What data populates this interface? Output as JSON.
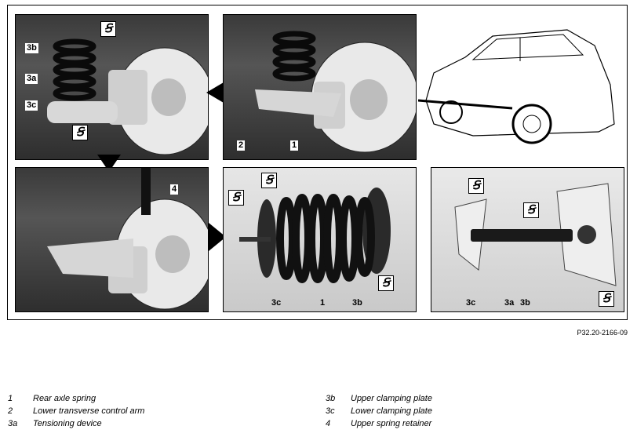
{
  "figure": {
    "panels": [
      {
        "callouts": [
          "3b",
          "3a",
          "3c"
        ]
      },
      {
        "callouts": [
          "2",
          "1"
        ]
      },
      {
        "callouts": []
      },
      {
        "callouts": [
          "4"
        ]
      },
      {
        "callouts": [
          "3c",
          "1",
          "3b"
        ]
      },
      {
        "callouts": [
          "3c",
          "3a",
          "3b"
        ]
      }
    ],
    "reference": "P32.20-2166-09",
    "tool_symbol": "Ꞩ",
    "colors": {
      "photo_dark": "#3a3a3a",
      "panel_light": "#d8d8d8",
      "frame": "#000000"
    }
  },
  "legend": [
    {
      "num": "1",
      "text": "Rear axle spring"
    },
    {
      "num": "2",
      "text": "Lower transverse control arm"
    },
    {
      "num": "3a",
      "text": "Tensioning device"
    },
    {
      "num": "3b",
      "text": "Upper clamping plate"
    },
    {
      "num": "3c",
      "text": "Lower clamping plate"
    },
    {
      "num": "4",
      "text": "Upper spring retainer"
    }
  ]
}
